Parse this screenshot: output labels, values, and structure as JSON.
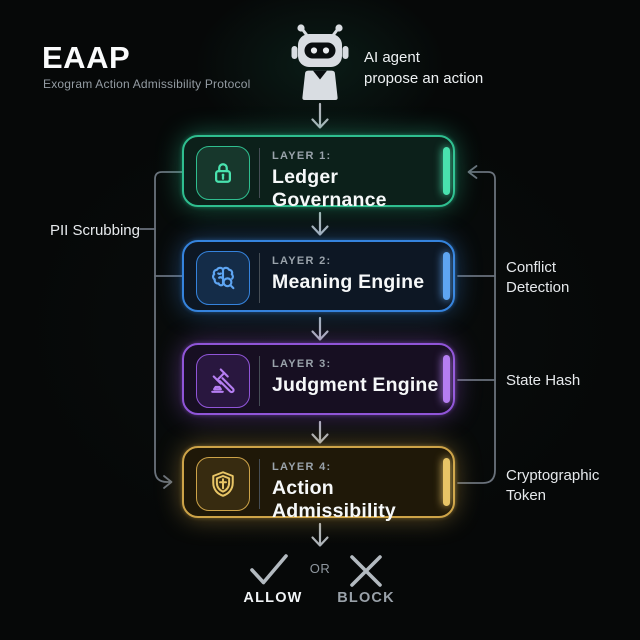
{
  "header": {
    "title": "EAAP",
    "subtitle": "Exogram Action Admissibility Protocol"
  },
  "agent": {
    "icon": "robot-icon",
    "line1": "AI agent",
    "line2": "propose an action"
  },
  "layers": [
    {
      "kicker": "LAYER 1:",
      "title": "Ledger Governance",
      "icon": "lock-icon",
      "accent": "#2fbe8f",
      "accent_bright": "#49e2ae",
      "glow": "rgba(47,214,160,0.40)",
      "card_bg": "#0c201a",
      "icon_bg": "#17372c"
    },
    {
      "kicker": "LAYER 2:",
      "title": "Meaning Engine",
      "icon": "brain-search-icon",
      "accent": "#3583dd",
      "accent_bright": "#5ea5f2",
      "glow": "rgba(61,139,234,0.40)",
      "card_bg": "#0d1724",
      "icon_bg": "#142c48"
    },
    {
      "kicker": "LAYER 3:",
      "title": "Judgment Engine",
      "icon": "gavel-icon",
      "accent": "#9055d8",
      "accent_bright": "#b57ef2",
      "glow": "rgba(159,92,232,0.40)",
      "card_bg": "#170f22",
      "icon_bg": "#29173f"
    },
    {
      "kicker": "LAYER 4:",
      "title": "Action Admissibility",
      "icon": "shield-icon",
      "accent": "#cda348",
      "accent_bright": "#e8c566",
      "glow": "rgba(217,173,74,0.40)",
      "card_bg": "#1f1808",
      "icon_bg": "#372b10"
    }
  ],
  "annotations": {
    "left": [
      {
        "text": "PII Scrubbing"
      }
    ],
    "right": [
      {
        "text": "Conflict Detection"
      },
      {
        "text": "State Hash"
      },
      {
        "text": "Cryptographic Token"
      }
    ]
  },
  "outcome": {
    "check_icon": "check-icon",
    "x_icon": "x-icon",
    "or_label": "OR",
    "allow_label": "ALLOW",
    "block_label": "BLOCK"
  },
  "colors": {
    "background": "#060808",
    "bracket_line": "#6a727c",
    "flow_arrow": "#aeb4ba",
    "outcome_marks": "#b3bac0"
  }
}
